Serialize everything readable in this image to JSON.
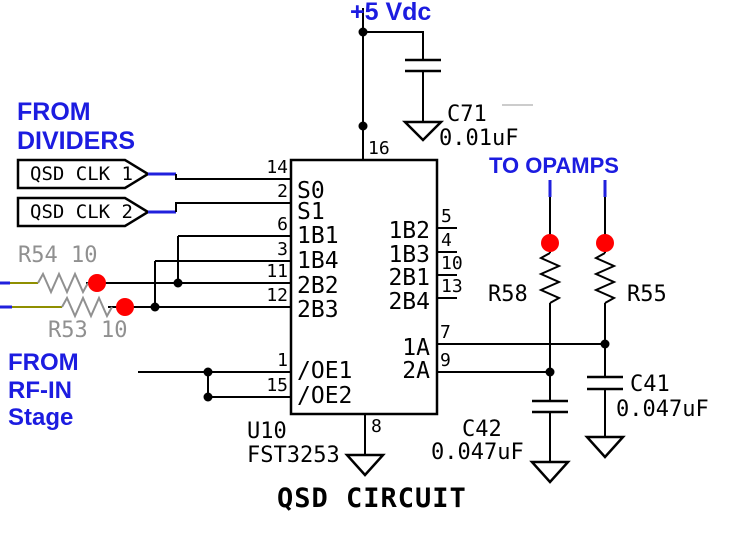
{
  "title": "QSD CIRCUIT",
  "colors": {
    "annotation_blue": "#1c1ce0",
    "wire_blue": "#2020dd",
    "wire_olive": "#8f8f00",
    "muted_gray": "#909090",
    "junction_red": "#ff0000",
    "wire_black": "#000000",
    "faint_gray": "#cccccc"
  },
  "power": {
    "label": "+5 Vdc"
  },
  "c71": {
    "ref": "C71",
    "value": "0.01uF"
  },
  "left": {
    "from_dividers": "FROM\nDIVIDERS",
    "flags": [
      {
        "label": "QSD CLK 1"
      },
      {
        "label": "QSD CLK 2"
      }
    ],
    "resistors": [
      {
        "ref": "R54",
        "value": "10"
      },
      {
        "ref": "R53",
        "value": "10"
      }
    ],
    "from_rf_in": "FROM\nRF-IN\nStage"
  },
  "ic": {
    "ref": "U10",
    "part": "FST3253",
    "top_pin_num": "16",
    "bottom_pin_num": "8",
    "left_pins": [
      {
        "num": "14",
        "name": "S0"
      },
      {
        "num": "2",
        "name": "S1"
      },
      {
        "num": "6",
        "name": "1B1"
      },
      {
        "num": "3",
        "name": "1B4"
      },
      {
        "num": "11",
        "name": "2B2"
      },
      {
        "num": "12",
        "name": "2B3"
      },
      {
        "num": "1",
        "name": "/OE1"
      },
      {
        "num": "15",
        "name": "/OE2"
      }
    ],
    "right_pins": [
      {
        "num": "5",
        "name": "1B2"
      },
      {
        "num": "4",
        "name": "1B3"
      },
      {
        "num": "10",
        "name": "2B1"
      },
      {
        "num": "13",
        "name": "2B4"
      },
      {
        "num": "7",
        "name": "1A"
      },
      {
        "num": "9",
        "name": "2A"
      }
    ]
  },
  "right": {
    "to_opamps": "TO OPAMPS",
    "resistors": [
      {
        "ref": "R58"
      },
      {
        "ref": "R55"
      }
    ],
    "capacitors": [
      {
        "ref": "C42",
        "value": "0.047uF"
      },
      {
        "ref": "C41",
        "value": "0.047uF"
      }
    ]
  }
}
